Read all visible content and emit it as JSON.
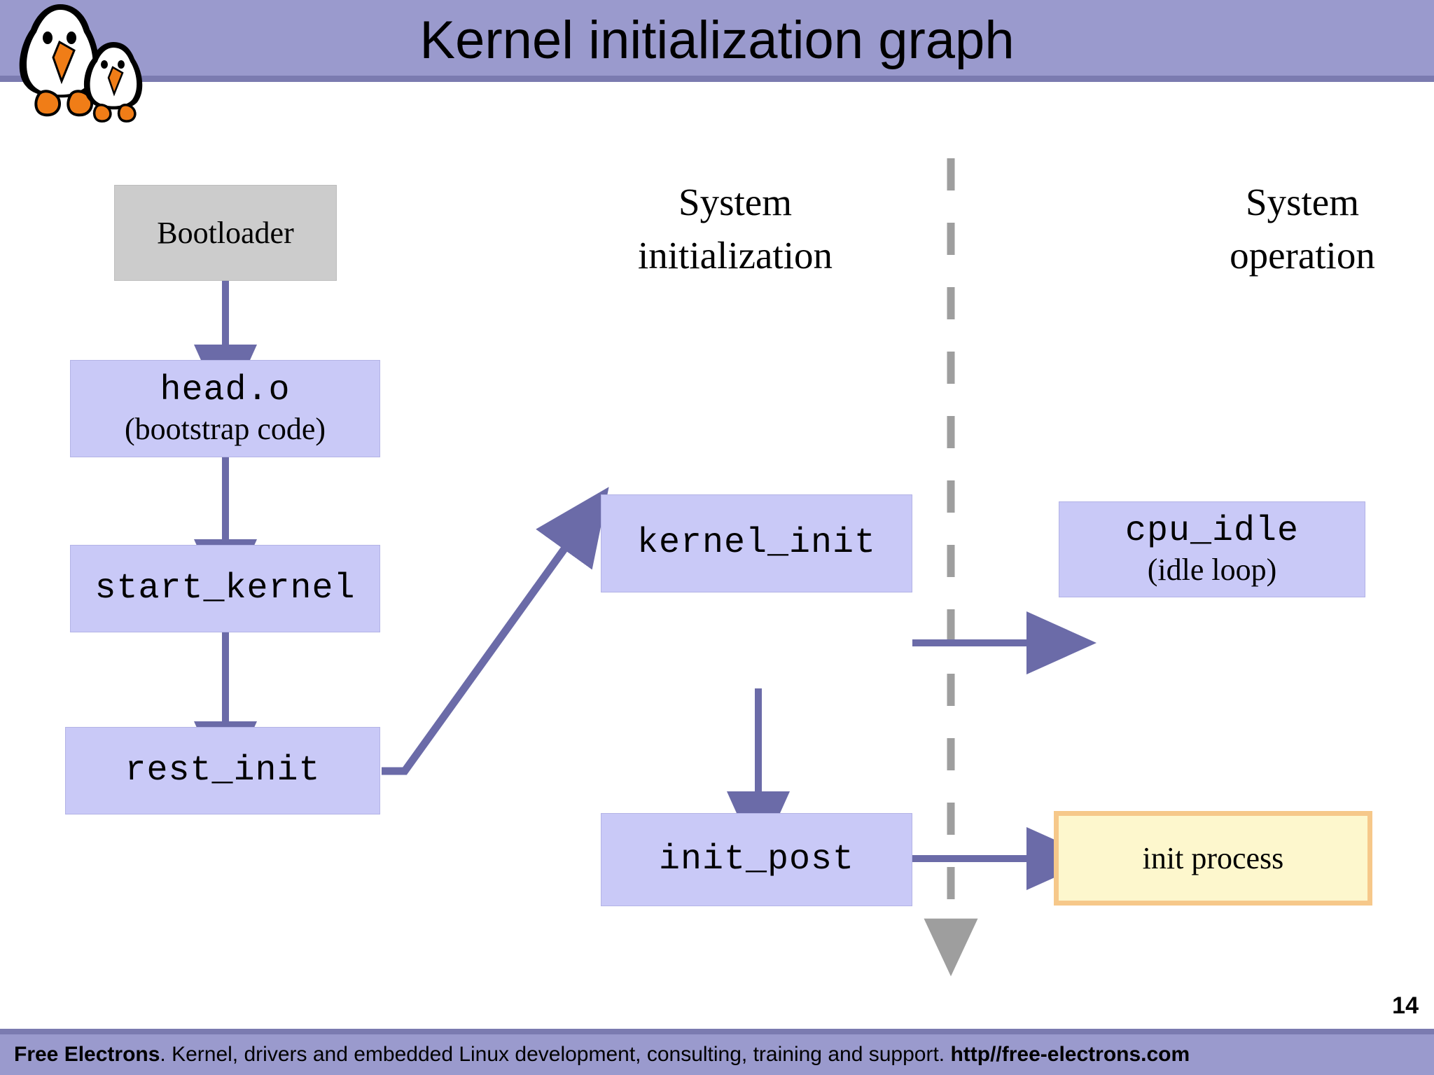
{
  "header": {
    "title": "Kernel initialization graph",
    "bar_color": "#9a9acd",
    "bar_border_color": "#7b7bb0",
    "logo_name": "tux-penguins-logo"
  },
  "columns": {
    "middle_label_line1": "System",
    "middle_label_line2": "initialization",
    "right_label_line1": "System",
    "right_label_line2": "operation"
  },
  "nodes": {
    "bootloader": {
      "label": "Bootloader",
      "sublabel": "",
      "fill": "#cccccc",
      "style": "gray"
    },
    "head_o": {
      "label": "head.o",
      "sublabel": "(bootstrap code)",
      "fill": "#c9c9f7",
      "style": "lav"
    },
    "start_kernel": {
      "label": "start_kernel",
      "sublabel": "",
      "fill": "#c9c9f7",
      "style": "lav"
    },
    "rest_init": {
      "label": "rest_init",
      "sublabel": "",
      "fill": "#c9c9f7",
      "style": "lav"
    },
    "kernel_init": {
      "label": "kernel_init",
      "sublabel": "",
      "fill": "#c9c9f7",
      "style": "lav"
    },
    "init_post": {
      "label": "init_post",
      "sublabel": "",
      "fill": "#c9c9f7",
      "style": "lav"
    },
    "cpu_idle": {
      "label": "cpu_idle",
      "sublabel": "(idle loop)",
      "fill": "#c9c9f7",
      "style": "lav"
    },
    "init_process": {
      "label": "init process",
      "sublabel": "",
      "fill": "#fdf7cd",
      "style": "yellow"
    }
  },
  "colors": {
    "arrow": "#6b6ba8",
    "divider": "#9e9e9e",
    "lavender_box": "#c9c9f7",
    "gray_box": "#cccccc",
    "yellow_box": "#fdf7cd",
    "yellow_border": "#f6c88a"
  },
  "footer": {
    "page_number": "14",
    "brand": "Free Electrons",
    "tagline": ". Kernel, drivers and embedded Linux development, consulting, training and support. ",
    "url": "http//free-electrons.com"
  }
}
